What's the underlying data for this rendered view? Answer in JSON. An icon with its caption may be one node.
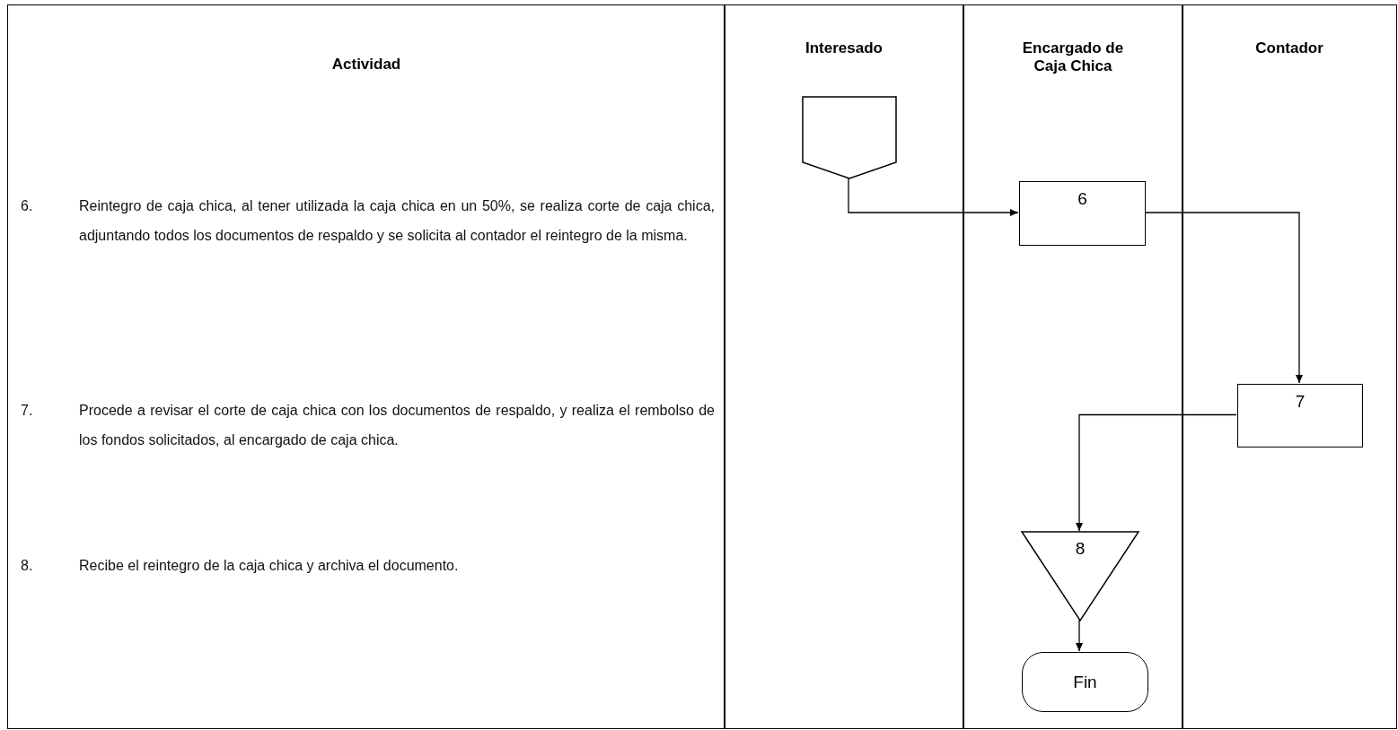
{
  "diagram": {
    "nodes": [
      {
        "text": [
          "Actividad"
        ]
      },
      {
        "text": [
          "Interesado"
        ]
      },
      {
        "text": [
          "Encargado de Caja Chica"
        ]
      },
      {
        "text": [
          "Contador"
        ]
      },
      {
        "text": [],
        "shape": "pentagon",
        "in": 1
      },
      {
        "text": [
          "6"
        ],
        "in": 2
      },
      {
        "text": [
          "7"
        ],
        "in": 3
      },
      {
        "text": [
          "8"
        ],
        "in": 2
      },
      {
        "text": [
          "Fin"
        ],
        "in": 2
      }
    ],
    "edges": [
      {
        "from": 4,
        "to": 5,
        "arrow": "to"
      },
      {
        "from": 5,
        "to": 6,
        "arrow": "to"
      },
      {
        "from": 6,
        "to": 7,
        "arrow": "to"
      },
      {
        "from": 7,
        "to": 8,
        "arrow": "to"
      }
    ],
    "labels": [
      "6.",
      "Reintegro de caja chica, al tener utilizada la caja chica en un 50%, se realiza corte de caja chica, adjuntando todos los documentos de respaldo y se solicita al contador el reintegro de la misma.",
      "7.",
      "Procede a revisar el corte de caja chica con los documentos de respaldo, y realiza el rembolso de los fondos solicitados, al encargado de caja chica.",
      "8.",
      "Recibe el reintegro de la caja chica y archiva el documento."
    ]
  }
}
